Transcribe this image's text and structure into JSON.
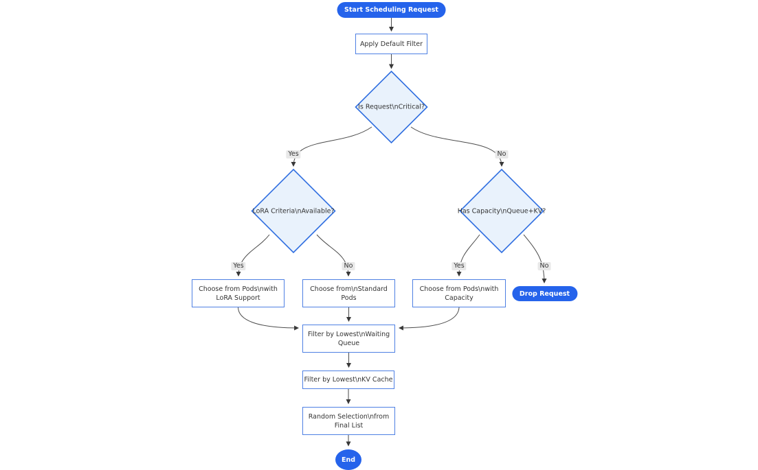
{
  "diagram": {
    "type": "flowchart-top-down",
    "background": "#ffffff",
    "colors": {
      "terminal_fill": "#2563eb",
      "terminal_text": "#ffffff",
      "process_border": "#4d7fe3",
      "process_fill": "#ffffff",
      "decision_border": "#2f6ee0",
      "decision_fill": "#e9f2fc",
      "edge_stroke": "#4a4a4a",
      "edge_label_bg": "#e8e8e8",
      "text": "#333333"
    },
    "nodes": {
      "start": {
        "shape": "pill",
        "label": "Start Scheduling Request"
      },
      "apply_filter": {
        "shape": "rect",
        "label": "Apply Default Filter"
      },
      "is_critical": {
        "shape": "diamond",
        "label": "Is Request\\nCritical?"
      },
      "lora_available": {
        "shape": "diamond",
        "label": "LoRA Criteria\\nAvailable?"
      },
      "has_capacity": {
        "shape": "diamond",
        "label": "Has Capacity\\nQueue+KV?"
      },
      "choose_lora_pods": {
        "shape": "rect",
        "label": "Choose from Pods\\nwith LoRA Support"
      },
      "choose_standard_pods": {
        "shape": "rect",
        "label": "Choose from\\nStandard Pods"
      },
      "choose_capacity_pods": {
        "shape": "rect",
        "label": "Choose from Pods\\nwith Capacity"
      },
      "drop_request": {
        "shape": "pill",
        "label": "Drop Request"
      },
      "filter_waiting_queue": {
        "shape": "rect",
        "label": "Filter by Lowest\\nWaiting Queue"
      },
      "filter_kv_cache": {
        "shape": "rect",
        "label": "Filter by Lowest\\nKV Cache"
      },
      "random_selection": {
        "shape": "rect",
        "label": "Random Selection\\nfrom Final List"
      },
      "end": {
        "shape": "circle",
        "label": "End"
      }
    },
    "edge_labels": {
      "critical_yes": "Yes",
      "critical_no": "No",
      "lora_yes": "Yes",
      "lora_no": "No",
      "capacity_yes": "Yes",
      "capacity_no": "No"
    }
  }
}
